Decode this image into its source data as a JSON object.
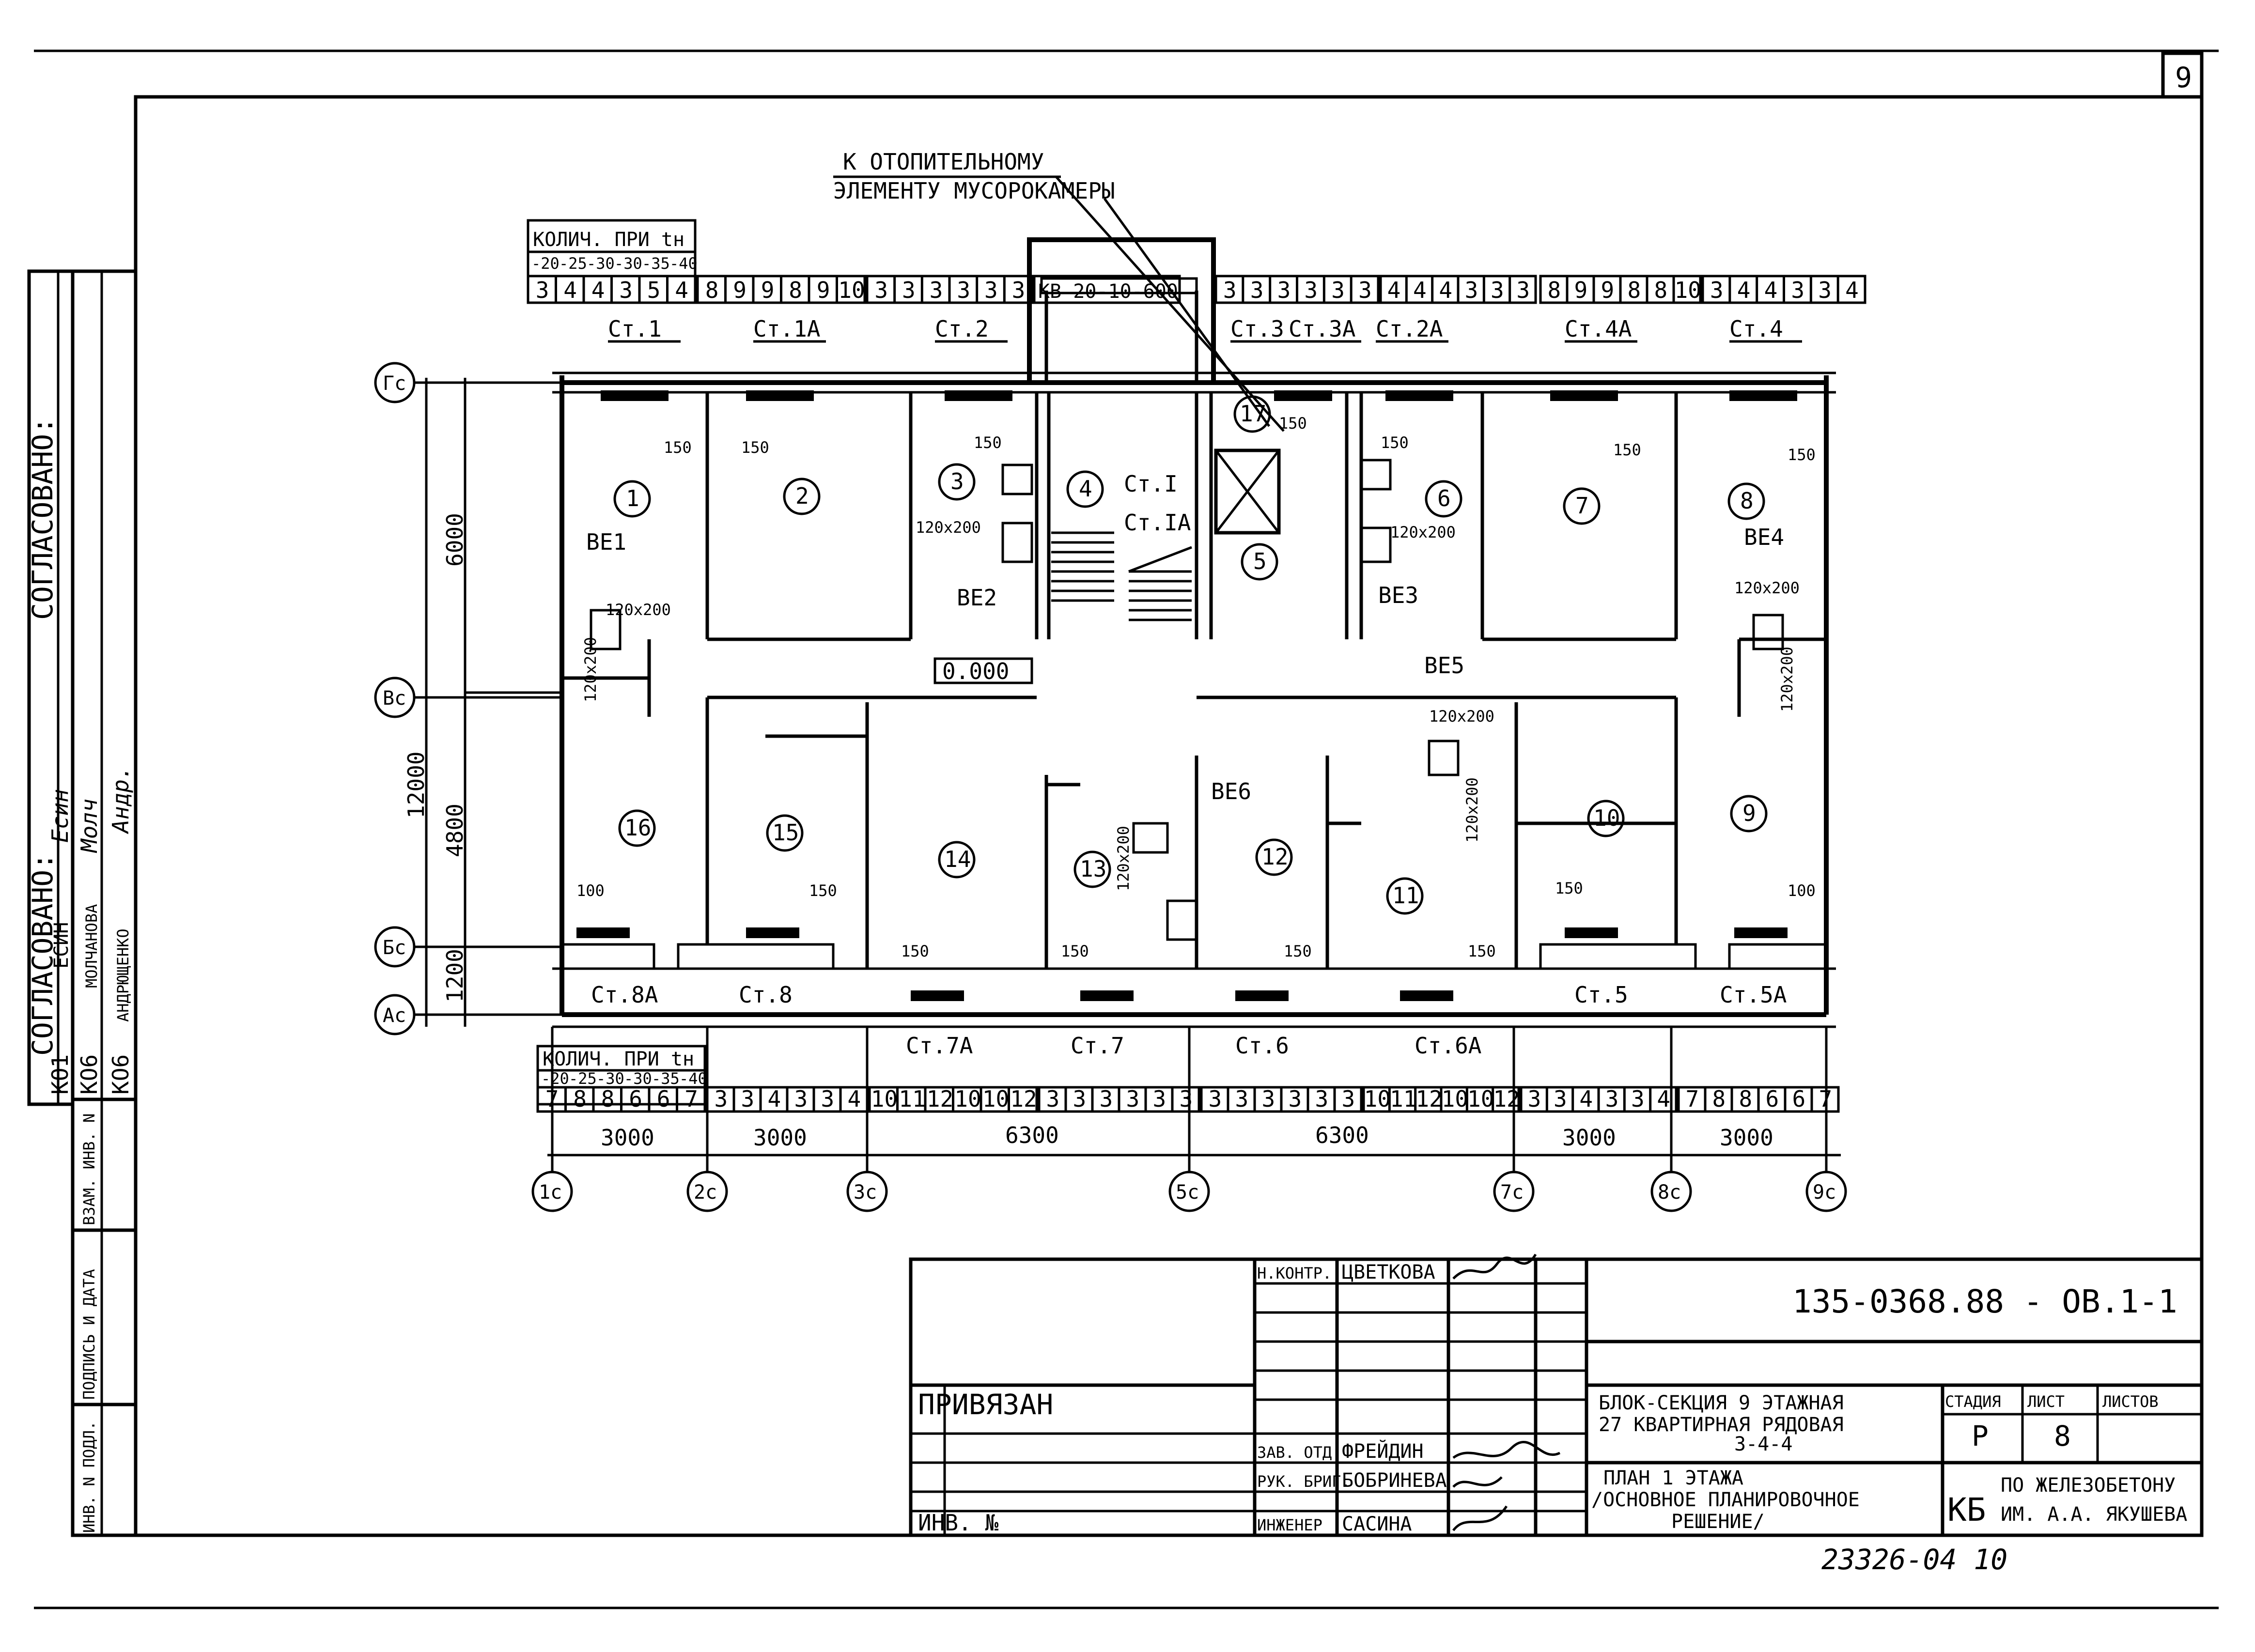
{
  "sheet_number": "9",
  "approval": {
    "header": "СОГЛАСОВАНО:",
    "header_vertical": "СОГЛАСОВАНО:",
    "rows": [
      {
        "code": "КО1",
        "name": "ЕСИН",
        "sign": "Есин"
      },
      {
        "code": "КО6",
        "name": "МОЛЧАНОВА",
        "sign": "Молч"
      },
      {
        "code": "КО6",
        "name": "АНДРЮЩЕНКО",
        "sign": "Андр."
      }
    ]
  },
  "left_strip": [
    "ИНВ. N ПОДЛ.",
    "ПОДПИСЬ И ДАТА",
    "ВЗАМ. ИНВ. N"
  ],
  "pipe_note": [
    "К ОТОПИТЕЛЬНОМУ",
    "ЭЛЕМЕНТУ МУСОРОКАМЕРЫ"
  ],
  "top_table": {
    "title": "КОЛИЧ. ПРИ tн",
    "temps": [
      "-20",
      "-25",
      "-30",
      "-30",
      "-35",
      "-40"
    ],
    "groups": [
      [
        "3",
        "4",
        "4",
        "3",
        "5",
        "4"
      ],
      [
        "8",
        "9",
        "9",
        "8",
        "9",
        "10"
      ],
      [
        "3",
        "3",
        "3",
        "3",
        "3",
        "3"
      ],
      [
        "КВ 20-10-600"
      ],
      [
        "3",
        "3",
        "3",
        "3",
        "3",
        "3"
      ],
      [
        "4",
        "4",
        "4",
        "3",
        "3",
        "3"
      ],
      [
        "8",
        "9",
        "9",
        "8",
        "8",
        "10"
      ],
      [
        "3",
        "4",
        "4",
        "3",
        "3",
        "4"
      ]
    ]
  },
  "bottom_table": {
    "title": "КОЛИЧ. ПРИ tн",
    "temps": [
      "-20",
      "-25",
      "-30",
      "-30",
      "-35",
      "-40"
    ],
    "groups": [
      [
        "7",
        "8",
        "8",
        "6",
        "6",
        "7"
      ],
      [
        "3",
        "3",
        "4",
        "3",
        "3",
        "4"
      ],
      [
        "10",
        "11",
        "12",
        "10",
        "10",
        "12"
      ],
      [
        "3",
        "3",
        "3",
        "3",
        "3",
        "3"
      ],
      [
        "3",
        "3",
        "3",
        "3",
        "3",
        "3"
      ],
      [
        "10",
        "11",
        "12",
        "10",
        "10",
        "12"
      ],
      [
        "3",
        "3",
        "4",
        "3",
        "3",
        "4"
      ],
      [
        "7",
        "8",
        "8",
        "6",
        "6",
        "7"
      ]
    ]
  },
  "axes_vertical": [
    "Гс",
    "Вс",
    "Бс",
    "Ас"
  ],
  "axes_horizontal": [
    "1с",
    "2с",
    "3с",
    "5с",
    "7с",
    "8с",
    "9с"
  ],
  "dims_vertical": [
    "6000",
    "4800",
    "1200",
    "12000"
  ],
  "dims_horizontal": [
    "3000",
    "3000",
    "6300",
    "6300",
    "3000",
    "3000"
  ],
  "rooms": [
    "1",
    "2",
    "3",
    "4",
    "5",
    "6",
    "7",
    "8",
    "9",
    "10",
    "11",
    "12",
    "13",
    "14",
    "15",
    "16",
    "17"
  ],
  "radiators_top": [
    "Ст.1",
    "Ст.1А",
    "Ст.2",
    "Ст.3",
    "Ст.3А",
    "Ст.2А",
    "Ст.4А",
    "Ст.4"
  ],
  "radiators_bottom": [
    "Ст.8А",
    "Ст.8",
    "Ст.7А",
    "Ст.7",
    "Ст.6",
    "Ст.6А",
    "Ст.5",
    "Ст.5А"
  ],
  "stair_risers": [
    "Ст.I",
    "Ст.IА"
  ],
  "vents": [
    "ВЕ1",
    "ВЕ2",
    "ВЕ3",
    "ВЕ4",
    "ВЕ5",
    "ВЕ6"
  ],
  "small_dims": [
    "150",
    "100",
    "120х200"
  ],
  "level_mark": "0.000",
  "title_block": {
    "code": "135-0368.88 - ОВ.1-1",
    "tied": "ПРИВЯЗАН",
    "inv_label": "ИНВ. №",
    "signatures": [
      {
        "role": "Н.КОНТР.",
        "name": "ЦВЕТКОВА"
      },
      {
        "role": "ЗАВ. ОТД.",
        "name": "ФРЕЙДИН"
      },
      {
        "role": "РУК. БРИГ.",
        "name": "БОБРИНЕВА"
      },
      {
        "role": "ИНЖЕНЕР",
        "name": "САСИНА"
      }
    ],
    "building_title": [
      "БЛОК-СЕКЦИЯ 9 ЭТАЖНАЯ",
      "27 КВАРТИРНАЯ РЯДОВАЯ",
      "3-4-4"
    ],
    "sheet_title": [
      "ПЛАН 1 ЭТАЖА",
      "/ОСНОВНОЕ ПЛАНИРОВОЧНОЕ",
      "РЕШЕНИЕ/"
    ],
    "stage_label": "СТАДИЯ",
    "sheet_label": "ЛИСТ",
    "sheets_label": "ЛИСТОВ",
    "stage": "Р",
    "sheet": "8",
    "sheets": "",
    "org_abbr": "КБ",
    "org": [
      "ПО ЖЕЛЕЗОБЕТОНУ",
      "ИМ. А.А. ЯКУШЕВА"
    ],
    "archive_number": "23326-04  10"
  }
}
